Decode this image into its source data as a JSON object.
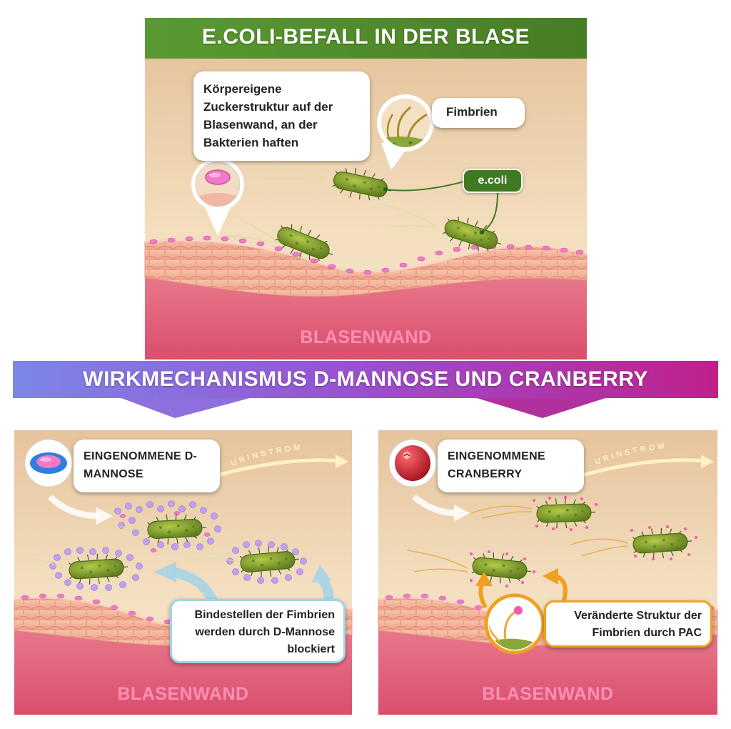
{
  "top_panel": {
    "title": "E.COLI-BEFALL IN DER BLASE",
    "sugar_callout": "Körpereigene Zuckerstruktur auf der Blasenwand, an der Bakterien haften",
    "fimbrien_callout": "Fimbrien",
    "ecoli_label": "e.coli",
    "wall_label": "BLASENWAND"
  },
  "mechanism_banner": {
    "title": "WIRKMECHANISMUS D-MANNOSE UND CRANBERRY"
  },
  "left_panel": {
    "header_callout": "EINGENOMMENE D-MANNOSE",
    "flow_label": "URINSTROM",
    "blocked_callout": "Bindestellen der Fimbrien werden durch D-Mannose blockiert",
    "wall_label": "BLASENWAND"
  },
  "right_panel": {
    "header_callout": "EINGENOMMENE CRANBERRY",
    "flow_label": "URINSTROM",
    "pac_callout": "Veränderte Struktur der Fimbrien durch PAC",
    "wall_label": "BLASENWAND"
  },
  "colors": {
    "top_banner": "#4f8a2a",
    "mechanism_gradient_start": "#7b86e8",
    "mechanism_gradient_end": "#c0208a",
    "wall": "#e0607c",
    "bacterium": "#7a9a2a",
    "mannose": "#f06fc0",
    "cranberry": "#c0162e",
    "blocked_border": "#9fd3e8",
    "pac_border": "#f0a020"
  }
}
